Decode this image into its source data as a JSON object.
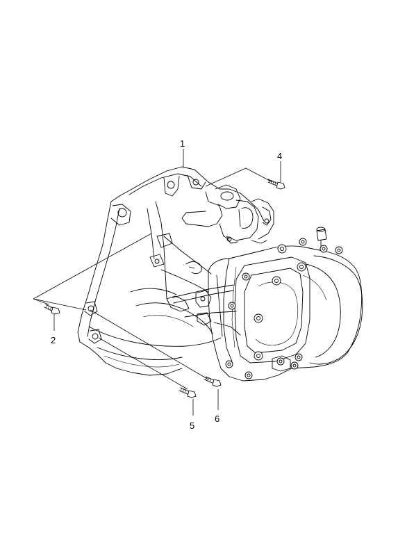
{
  "diagram": {
    "callouts": [
      {
        "id": "callout-1",
        "label": "1"
      },
      {
        "id": "callout-2",
        "label": "2"
      },
      {
        "id": "callout-4",
        "label": "4"
      },
      {
        "id": "callout-5",
        "label": "5"
      },
      {
        "id": "callout-6",
        "label": "6"
      }
    ],
    "colors": {
      "line": "#000000",
      "background": "#ffffff"
    }
  }
}
